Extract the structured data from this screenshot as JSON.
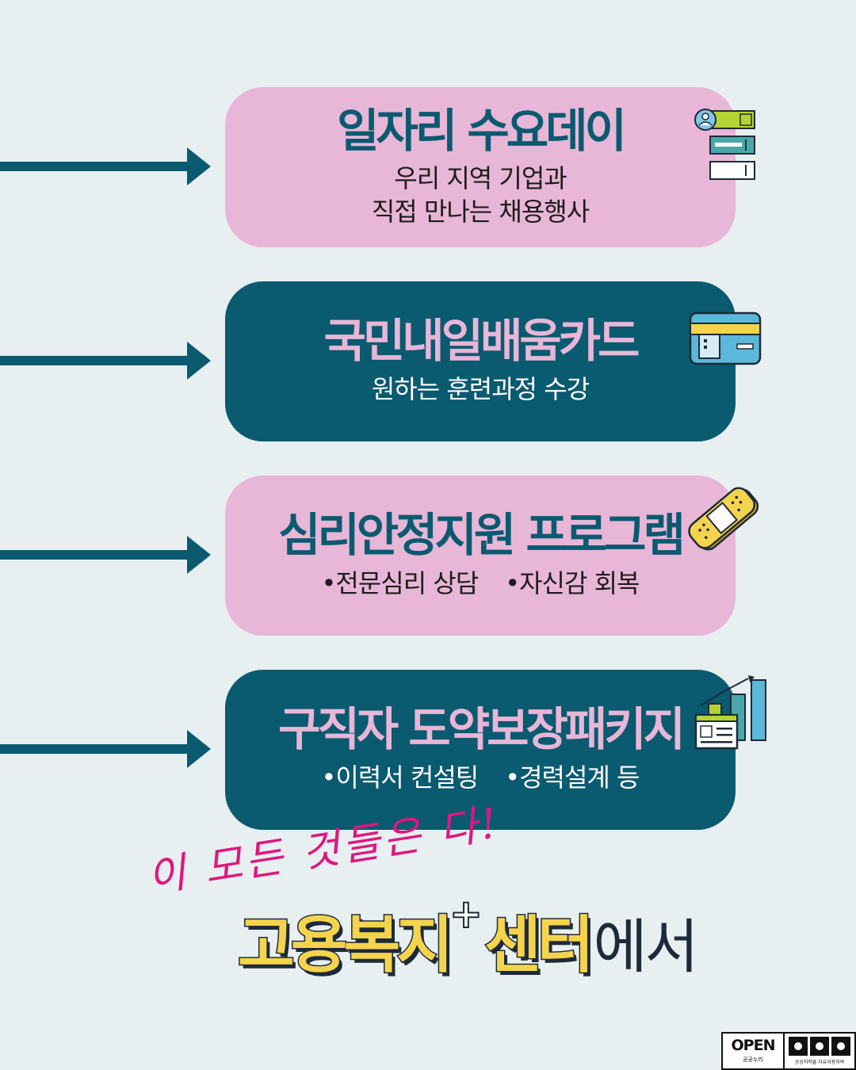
{
  "colors": {
    "background": "#e8eff1",
    "pink": "#e8b6d7",
    "teal": "#0a5a70",
    "accent_magenta": "#e0167e",
    "accent_yellow": "#f5d44d",
    "dark": "#1d2a3a"
  },
  "cards": [
    {
      "title": "일자리 수요데이",
      "lines": [
        "우리 지역 기업과",
        "직접 만나는 채용행사"
      ],
      "icon": "job-listing-icon"
    },
    {
      "title": "국민내일배움카드",
      "lines": [
        "원하는 훈련과정 수강"
      ],
      "icon": "card-icon"
    },
    {
      "title": "심리안정지원 프로그램",
      "bullets": [
        "•전문심리 상담",
        "•자신감 회복"
      ],
      "icon": "bandage-icon"
    },
    {
      "title": "구직자 도약보장패키지",
      "bullets": [
        "•이력서 컨설팅",
        "•경력설계 등"
      ],
      "icon": "growth-chart-icon"
    }
  ],
  "tagline": "이 모든 것들은 다!",
  "headline": {
    "part1": "고용복지",
    "plus": "+",
    "part2": "센터",
    "part3": "에서"
  },
  "badge": {
    "open": "OPEN",
    "label_left": "공공누리",
    "label_right": "공공저작물 자유이용허락"
  }
}
